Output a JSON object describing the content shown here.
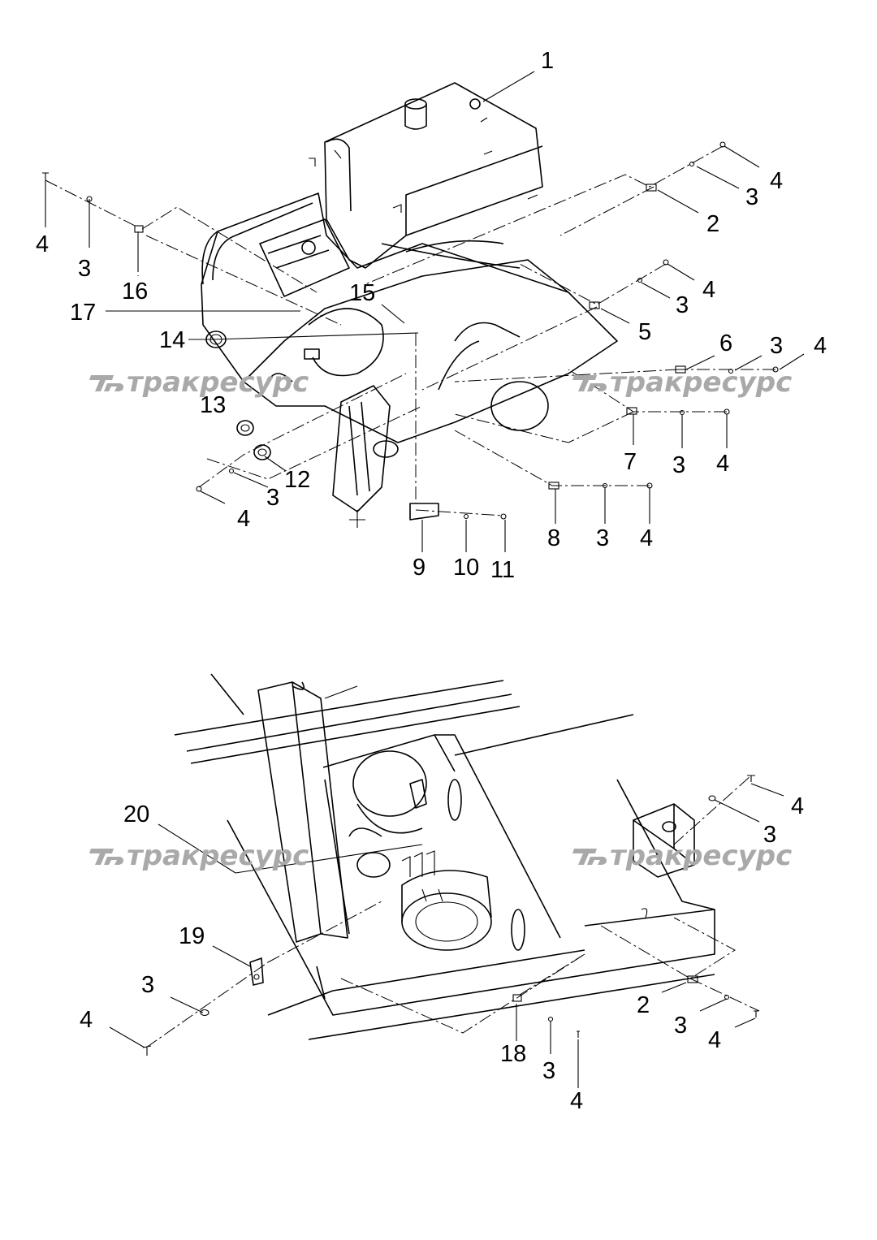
{
  "watermark": {
    "text": "тракресурс",
    "logo": "TR-logo-icon"
  },
  "callouts_top": [
    "1",
    "2",
    "3",
    "3",
    "3",
    "3",
    "3",
    "3",
    "3",
    "4",
    "4",
    "4",
    "4",
    "4",
    "4",
    "4",
    "5",
    "6",
    "7",
    "8",
    "9",
    "10",
    "11",
    "12",
    "13",
    "14",
    "15",
    "16",
    "17"
  ],
  "callouts_bottom": [
    "2",
    "3",
    "3",
    "3",
    "3",
    "4",
    "4",
    "4",
    "4",
    "18",
    "19",
    "20"
  ],
  "colors": {
    "ink": "#000000",
    "watermark": "#a9a9a9",
    "background": "#ffffff"
  }
}
